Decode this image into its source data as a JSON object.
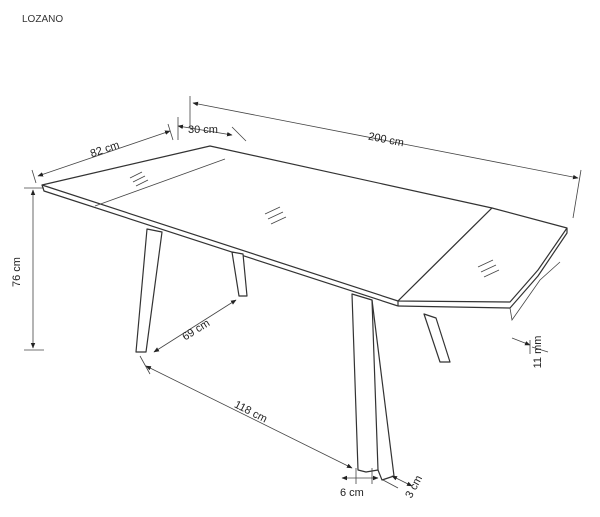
{
  "title": "LOZANO",
  "dimensions": {
    "width": "82 cm",
    "extension": "30 cm",
    "length": "200 cm",
    "height": "76 cm",
    "leg_span": "69 cm",
    "leg_length": "118 cm",
    "top_thickness": "11 mm",
    "leg_width": "6 cm",
    "leg_depth": "3 cm"
  },
  "colors": {
    "line": "#333333",
    "background": "#ffffff"
  }
}
